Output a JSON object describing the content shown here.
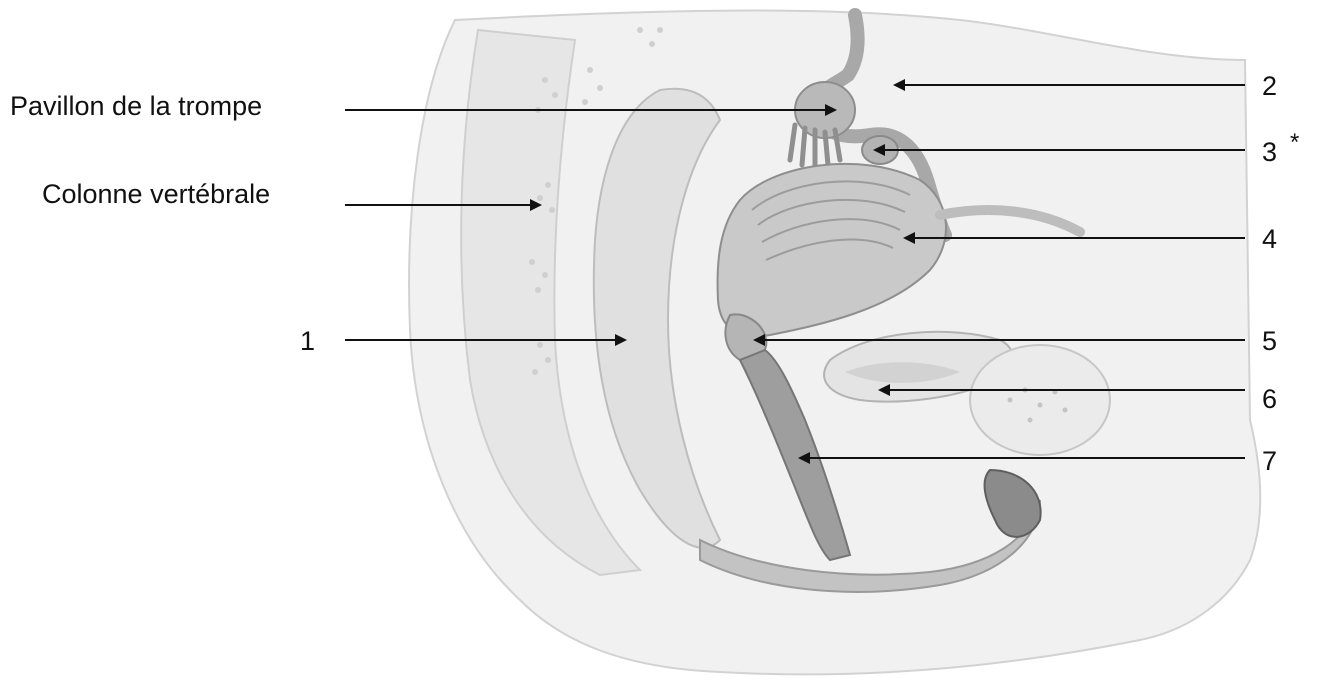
{
  "labels": {
    "left": {
      "pavillon": "Pavillon de la trompe",
      "colonne": "Colonne vertébrale",
      "one": "1"
    },
    "right": {
      "two": "2",
      "three": "3",
      "three_mark": "*",
      "four": "4",
      "five": "5",
      "six": "6",
      "seven": "7"
    }
  }
}
